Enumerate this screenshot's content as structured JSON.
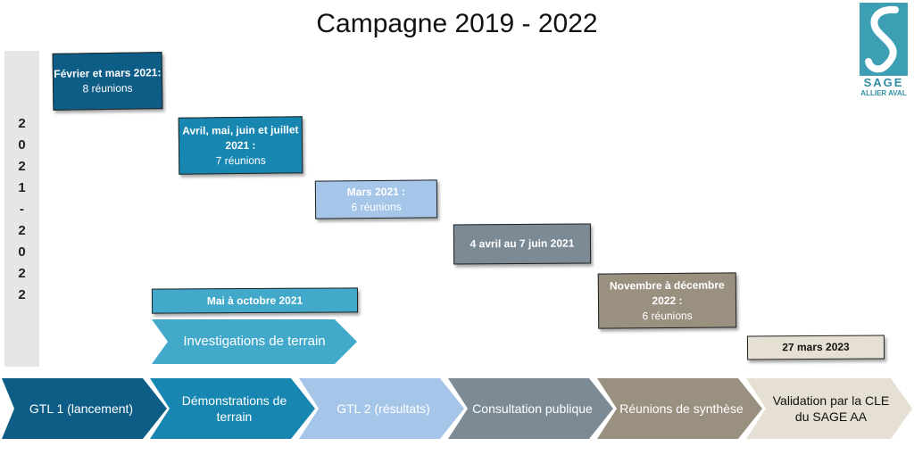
{
  "title": "Campagne 2019 - 2022",
  "logo": {
    "line1": "SAGE",
    "line2": "ALLIER AVAL"
  },
  "side_label": [
    "2",
    "0",
    "2",
    "1",
    "-",
    "2",
    "0",
    "2",
    "2"
  ],
  "boxes": [
    {
      "title": "Février et mars 2021:",
      "sub": "8 réunions"
    },
    {
      "title": "Avril, mai, juin et juillet 2021 :",
      "sub": "7 réunions"
    },
    {
      "title": "Mars 2021 :",
      "sub": "6 réunions"
    },
    {
      "title": "4 avril au 7 juin 2021",
      "sub": ""
    },
    {
      "title": "Mai à octobre 2021",
      "sub": ""
    },
    {
      "title": "Novembre à décembre 2022 :",
      "sub": "6 réunions"
    },
    {
      "title": "27 mars 2023",
      "sub": ""
    }
  ],
  "investigations": "Investigations de terrain",
  "phases": [
    {
      "label": "GTL 1 (lancement)"
    },
    {
      "label": "Démonstrations de terrain"
    },
    {
      "label": "GTL 2 (résultats)"
    },
    {
      "label": "Consultation publique"
    },
    {
      "label": "Réunions de synthèse"
    },
    {
      "label": "Validation par la CLE du SAGE AA"
    }
  ],
  "colors": {
    "gtl1": "#0e5d87",
    "demo": "#1786b1",
    "gtl2": "#a6c6e9",
    "consult": "#7c8a96",
    "synth": "#9a9080",
    "valid": "#e6e0d4",
    "inv": "#43a9cb"
  }
}
